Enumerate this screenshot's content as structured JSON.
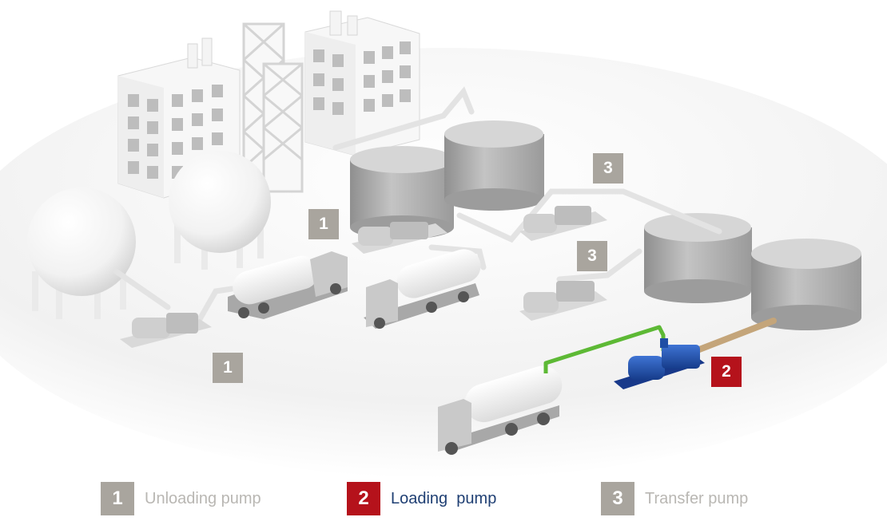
{
  "badges": {
    "unloading": "1",
    "loading": "2",
    "transfer": "3"
  },
  "legend": [
    {
      "number": "1",
      "label": "Unloading pump"
    },
    {
      "number": "2",
      "label": "Loading  pump"
    },
    {
      "number": "3",
      "label": "Transfer pump"
    }
  ],
  "colors": {
    "unloading_badge": "#a9a59e",
    "loading_badge": "#b5121b",
    "transfer_badge": "#a9a59e",
    "unloading_text": "#b9b7b3",
    "loading_text": "#1f3f73",
    "transfer_text": "#b9b7b3",
    "loading_line": "#5db935",
    "transfer_line": "#c4a57a",
    "loading_pump": "#1f4ea5"
  }
}
